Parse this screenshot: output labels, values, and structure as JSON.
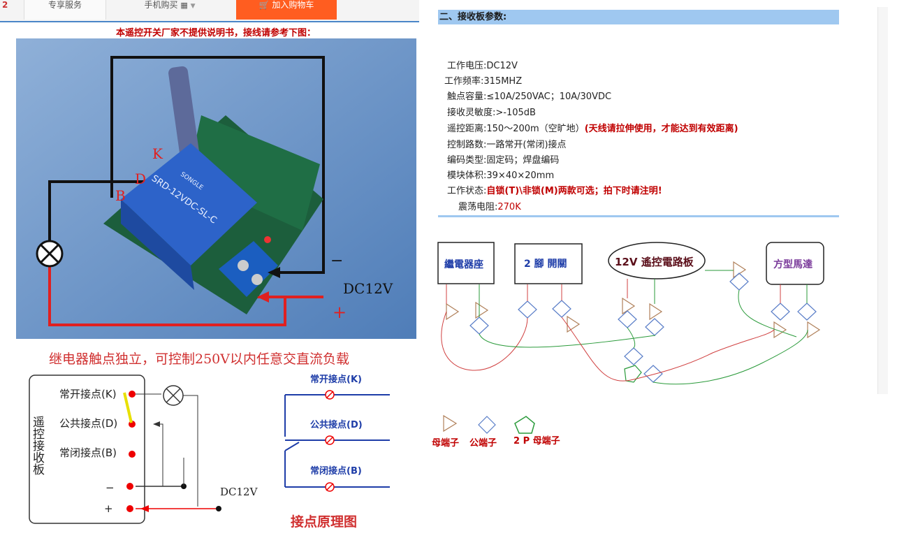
{
  "tabs": {
    "num": "2",
    "service": "专享服务",
    "mobile": "手机购买",
    "cart": "加入购物车"
  },
  "notice": "本遥控开关厂家不提供说明书，接线请参考下图：",
  "photo": {
    "label_k": "K",
    "label_d": "D",
    "label_b": "B",
    "minus": "−",
    "plus": "+",
    "dc": "DC12V",
    "relay_text_1": "SRD-12VDC-SL-C",
    "relay_text_2": "SONGLE"
  },
  "caption": "继电器触点独立，可控制250V以内任意交直流负载",
  "diagram": {
    "board": "遥控接收板",
    "no": "常开接点(K)",
    "com": "公共接点(D)",
    "nc": "常闭接点(B)",
    "minus": "−",
    "plus": "+",
    "dc": "DC12V",
    "r_no": "常开接点(K)",
    "r_com": "公共接点(D)",
    "r_nc": "常闭接点(B)",
    "title": "接点原理图"
  },
  "params": {
    "header": "二、接收板参数:",
    "voltage_label": "工作电压:",
    "voltage": "DC12V",
    "freq_label": "工作频率:",
    "freq": "315MHZ",
    "contact_label": "触点容量:",
    "contact": "≤10A/250VAC；10A/30VDC",
    "sens_label": "接收灵敏度:",
    "sens": ">-105dB",
    "dist_label": "遥控距离:",
    "dist": "150～200m（空旷地）",
    "dist_note": "(天线请拉伸使用，才能达到有效距离)",
    "ch_label": "控制路数:",
    "ch": "一路常开(常闭)接点",
    "code_label": "编码类型:",
    "code": "固定码；焊盘编码",
    "size_label": "模块体积:",
    "size": "39×40×20mm",
    "state_label": "工作状态:",
    "state": "自锁(T)\\非锁(M)两款可选；拍下时请注明!",
    "osc_label": "震荡电阻:",
    "osc": "270K"
  },
  "wiring": {
    "box1": "繼電器座",
    "box2": "2 腳 開關",
    "box3": "12V 遙控電路板",
    "box4": "方型馬達"
  },
  "legend": {
    "female": "母端子",
    "male": "公端子",
    "female2p": "2 P 母端子"
  },
  "colors": {
    "accent_blue": "#9fc8f0",
    "cart_orange": "#ff5d20",
    "red_text": "#c00000"
  }
}
